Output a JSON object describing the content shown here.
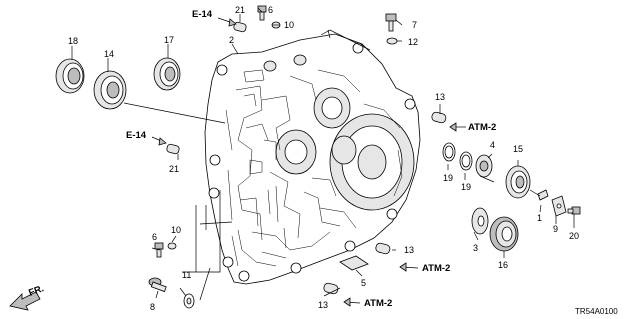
{
  "labels": {
    "p1": "1",
    "p2": "2",
    "p3": "3",
    "p4": "4",
    "p5": "5",
    "p6a": "6",
    "p6b": "6",
    "p7": "7",
    "p8": "8",
    "p9": "9",
    "p10a": "10",
    "p10b": "10",
    "p11": "11",
    "p12": "12",
    "p13a": "13",
    "p13b": "13",
    "p13c": "13",
    "p14": "14",
    "p15": "15",
    "p16": "16",
    "p17": "17",
    "p18": "18",
    "p19a": "19",
    "p19b": "19",
    "p20": "20",
    "p21a": "21",
    "p21b": "21"
  },
  "refs": {
    "e14_top": "E-14",
    "e14_left": "E-14",
    "atm2_a": "ATM-2",
    "atm2_b": "ATM-2",
    "atm2_c": "ATM-2"
  },
  "direction": "FR.",
  "diagram_code": "TR54A0100"
}
